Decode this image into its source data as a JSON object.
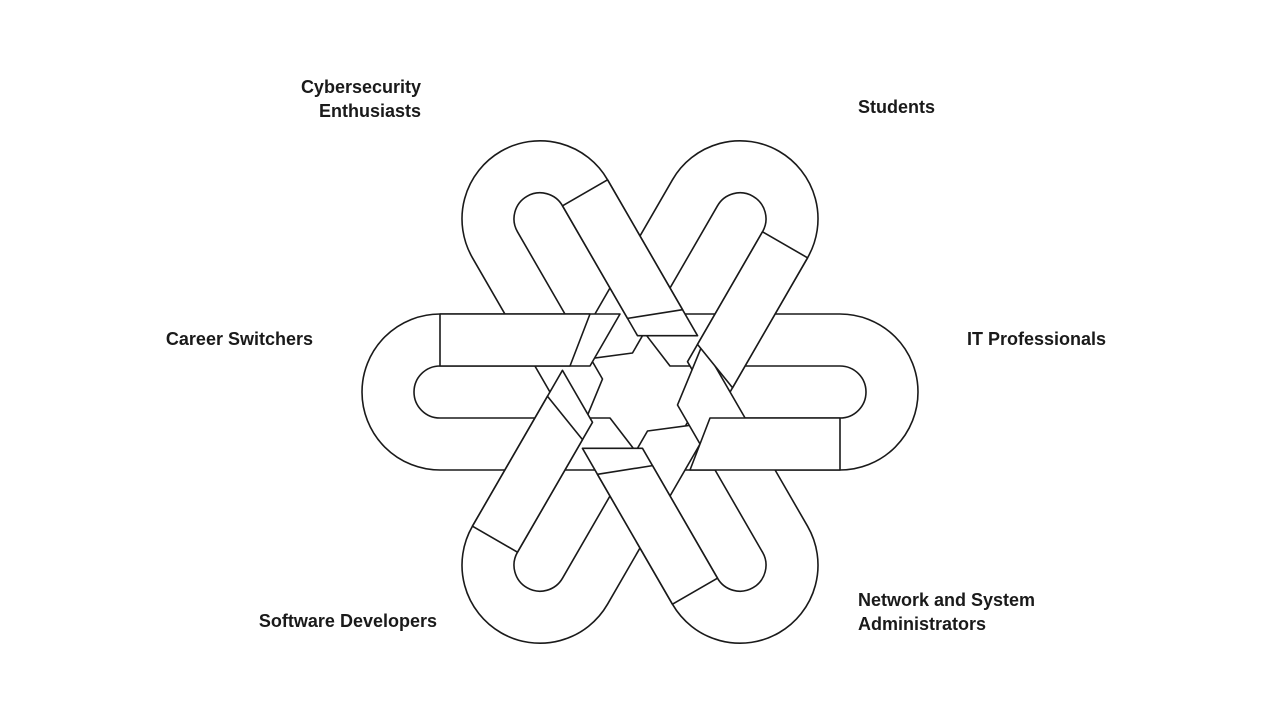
{
  "diagram": {
    "center_symbol": "interlocking-six-loop-knot",
    "stroke_color": "#1a1a1a",
    "fill_color": "#ffffff",
    "background_color": "#ffffff",
    "labels": {
      "cybersecurity_enthusiasts": [
        "Cybersecurity",
        "Enthusiasts"
      ],
      "students": [
        "Students"
      ],
      "career_switchers": [
        "Career Switchers"
      ],
      "it_professionals": [
        "IT Professionals"
      ],
      "software_developers": [
        "Software Developers"
      ],
      "network_system_admins": [
        "Network and System",
        "Administrators"
      ]
    }
  }
}
